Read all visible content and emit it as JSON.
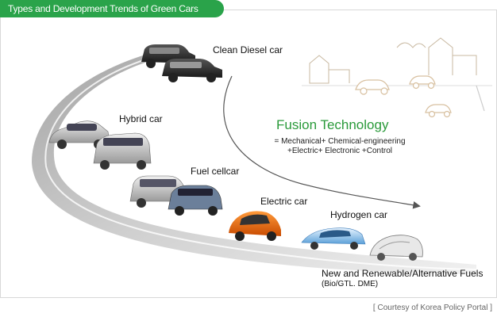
{
  "title": "Types and Development Trends of Green Cars",
  "stages": {
    "clean_diesel": "Clean Diesel car",
    "hybrid": "Hybrid car",
    "fuel_cell": "Fuel cellcar",
    "electric": "Electric car",
    "hydrogen": "Hydrogen car"
  },
  "fusion": {
    "title": "Fusion Technology",
    "line1": "= Mechanical+ Chemical-engineering",
    "line2": "+Electric+ Electronic +Control"
  },
  "fuels": {
    "main": "New and Renewable/Alternative Fuels",
    "sub": "(Bio/GTL. DME)"
  },
  "credit": "[ Courtesy of Korea Policy Portal ]",
  "colors": {
    "accent": "#2aa34a",
    "fusion_text": "#2a9a3a",
    "road": "#b5b5b5",
    "arrow": "#555555"
  }
}
